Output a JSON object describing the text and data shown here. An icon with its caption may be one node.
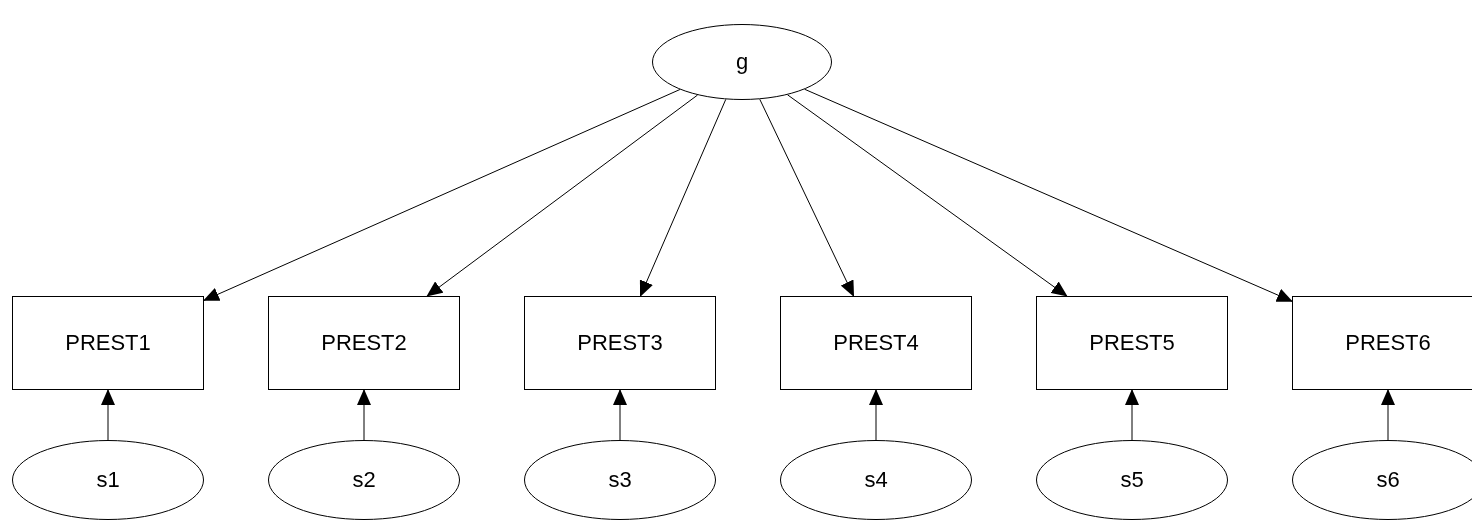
{
  "diagram": {
    "nodes": [
      {
        "text": [
          "g"
        ]
      },
      {
        "text": [
          "PREST1"
        ]
      },
      {
        "text": [
          "PREST2"
        ]
      },
      {
        "text": [
          "PREST3"
        ]
      },
      {
        "text": [
          "PREST4"
        ]
      },
      {
        "text": [
          "PREST5"
        ]
      },
      {
        "text": [
          "PREST6"
        ]
      },
      {
        "text": [
          "s1"
        ]
      },
      {
        "text": [
          "s2"
        ]
      },
      {
        "text": [
          "s3"
        ]
      },
      {
        "text": [
          "s4"
        ]
      },
      {
        "text": [
          "s5"
        ]
      },
      {
        "text": [
          "s6"
        ]
      }
    ],
    "edges": [
      {
        "from": 0,
        "to": 1,
        "arrow": "to"
      },
      {
        "from": 0,
        "to": 2,
        "arrow": "to"
      },
      {
        "from": 0,
        "to": 3,
        "arrow": "to"
      },
      {
        "from": 0,
        "to": 4,
        "arrow": "to"
      },
      {
        "from": 0,
        "to": 5,
        "arrow": "to"
      },
      {
        "from": 0,
        "to": 6,
        "arrow": "to"
      },
      {
        "from": 7,
        "to": 1,
        "arrow": "to"
      },
      {
        "from": 8,
        "to": 2,
        "arrow": "to"
      },
      {
        "from": 9,
        "to": 3,
        "arrow": "to"
      },
      {
        "from": 10,
        "to": 4,
        "arrow": "to"
      },
      {
        "from": 11,
        "to": 5,
        "arrow": "to"
      },
      {
        "from": 12,
        "to": 6,
        "arrow": "to"
      }
    ]
  }
}
